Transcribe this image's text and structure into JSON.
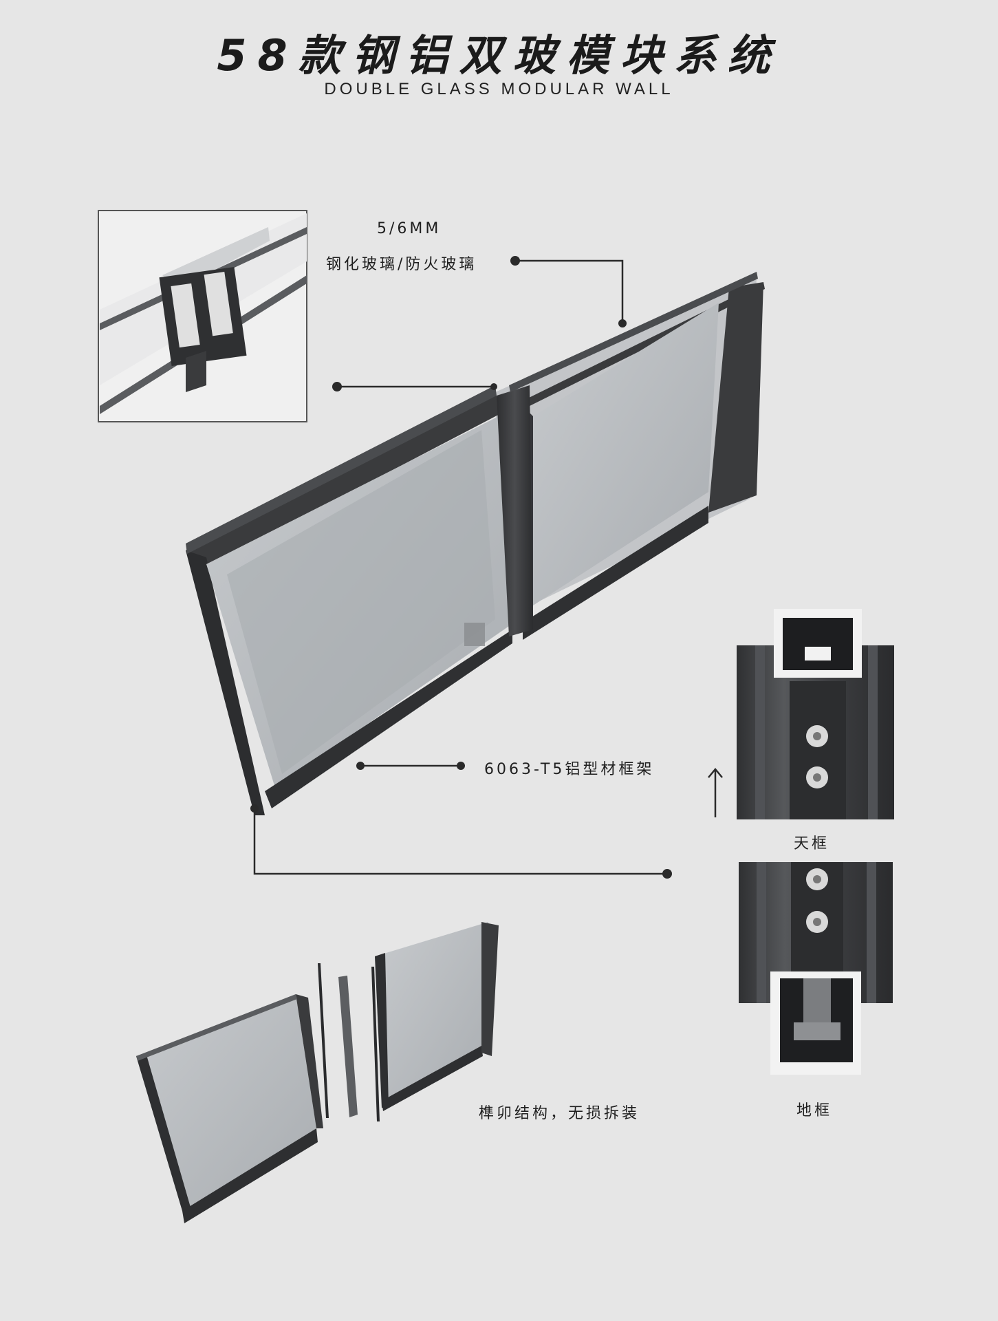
{
  "header": {
    "title": "58款钢铝双玻模块系统",
    "subtitle": "DOUBLE GLASS MODULAR WALL"
  },
  "callouts": {
    "glass_thickness": "5/6MM",
    "glass_type": "钢化玻璃/防火玻璃",
    "frame_material": "6063-T5铝型材框架",
    "joint": "榫卯结构，无损拆装",
    "top_frame": "天框",
    "bottom_frame": "地框"
  },
  "colors": {
    "background": "#e6e6e6",
    "frame": "#3a3b3d",
    "glass": "#b9bdc1",
    "line": "#2a2a2a"
  }
}
